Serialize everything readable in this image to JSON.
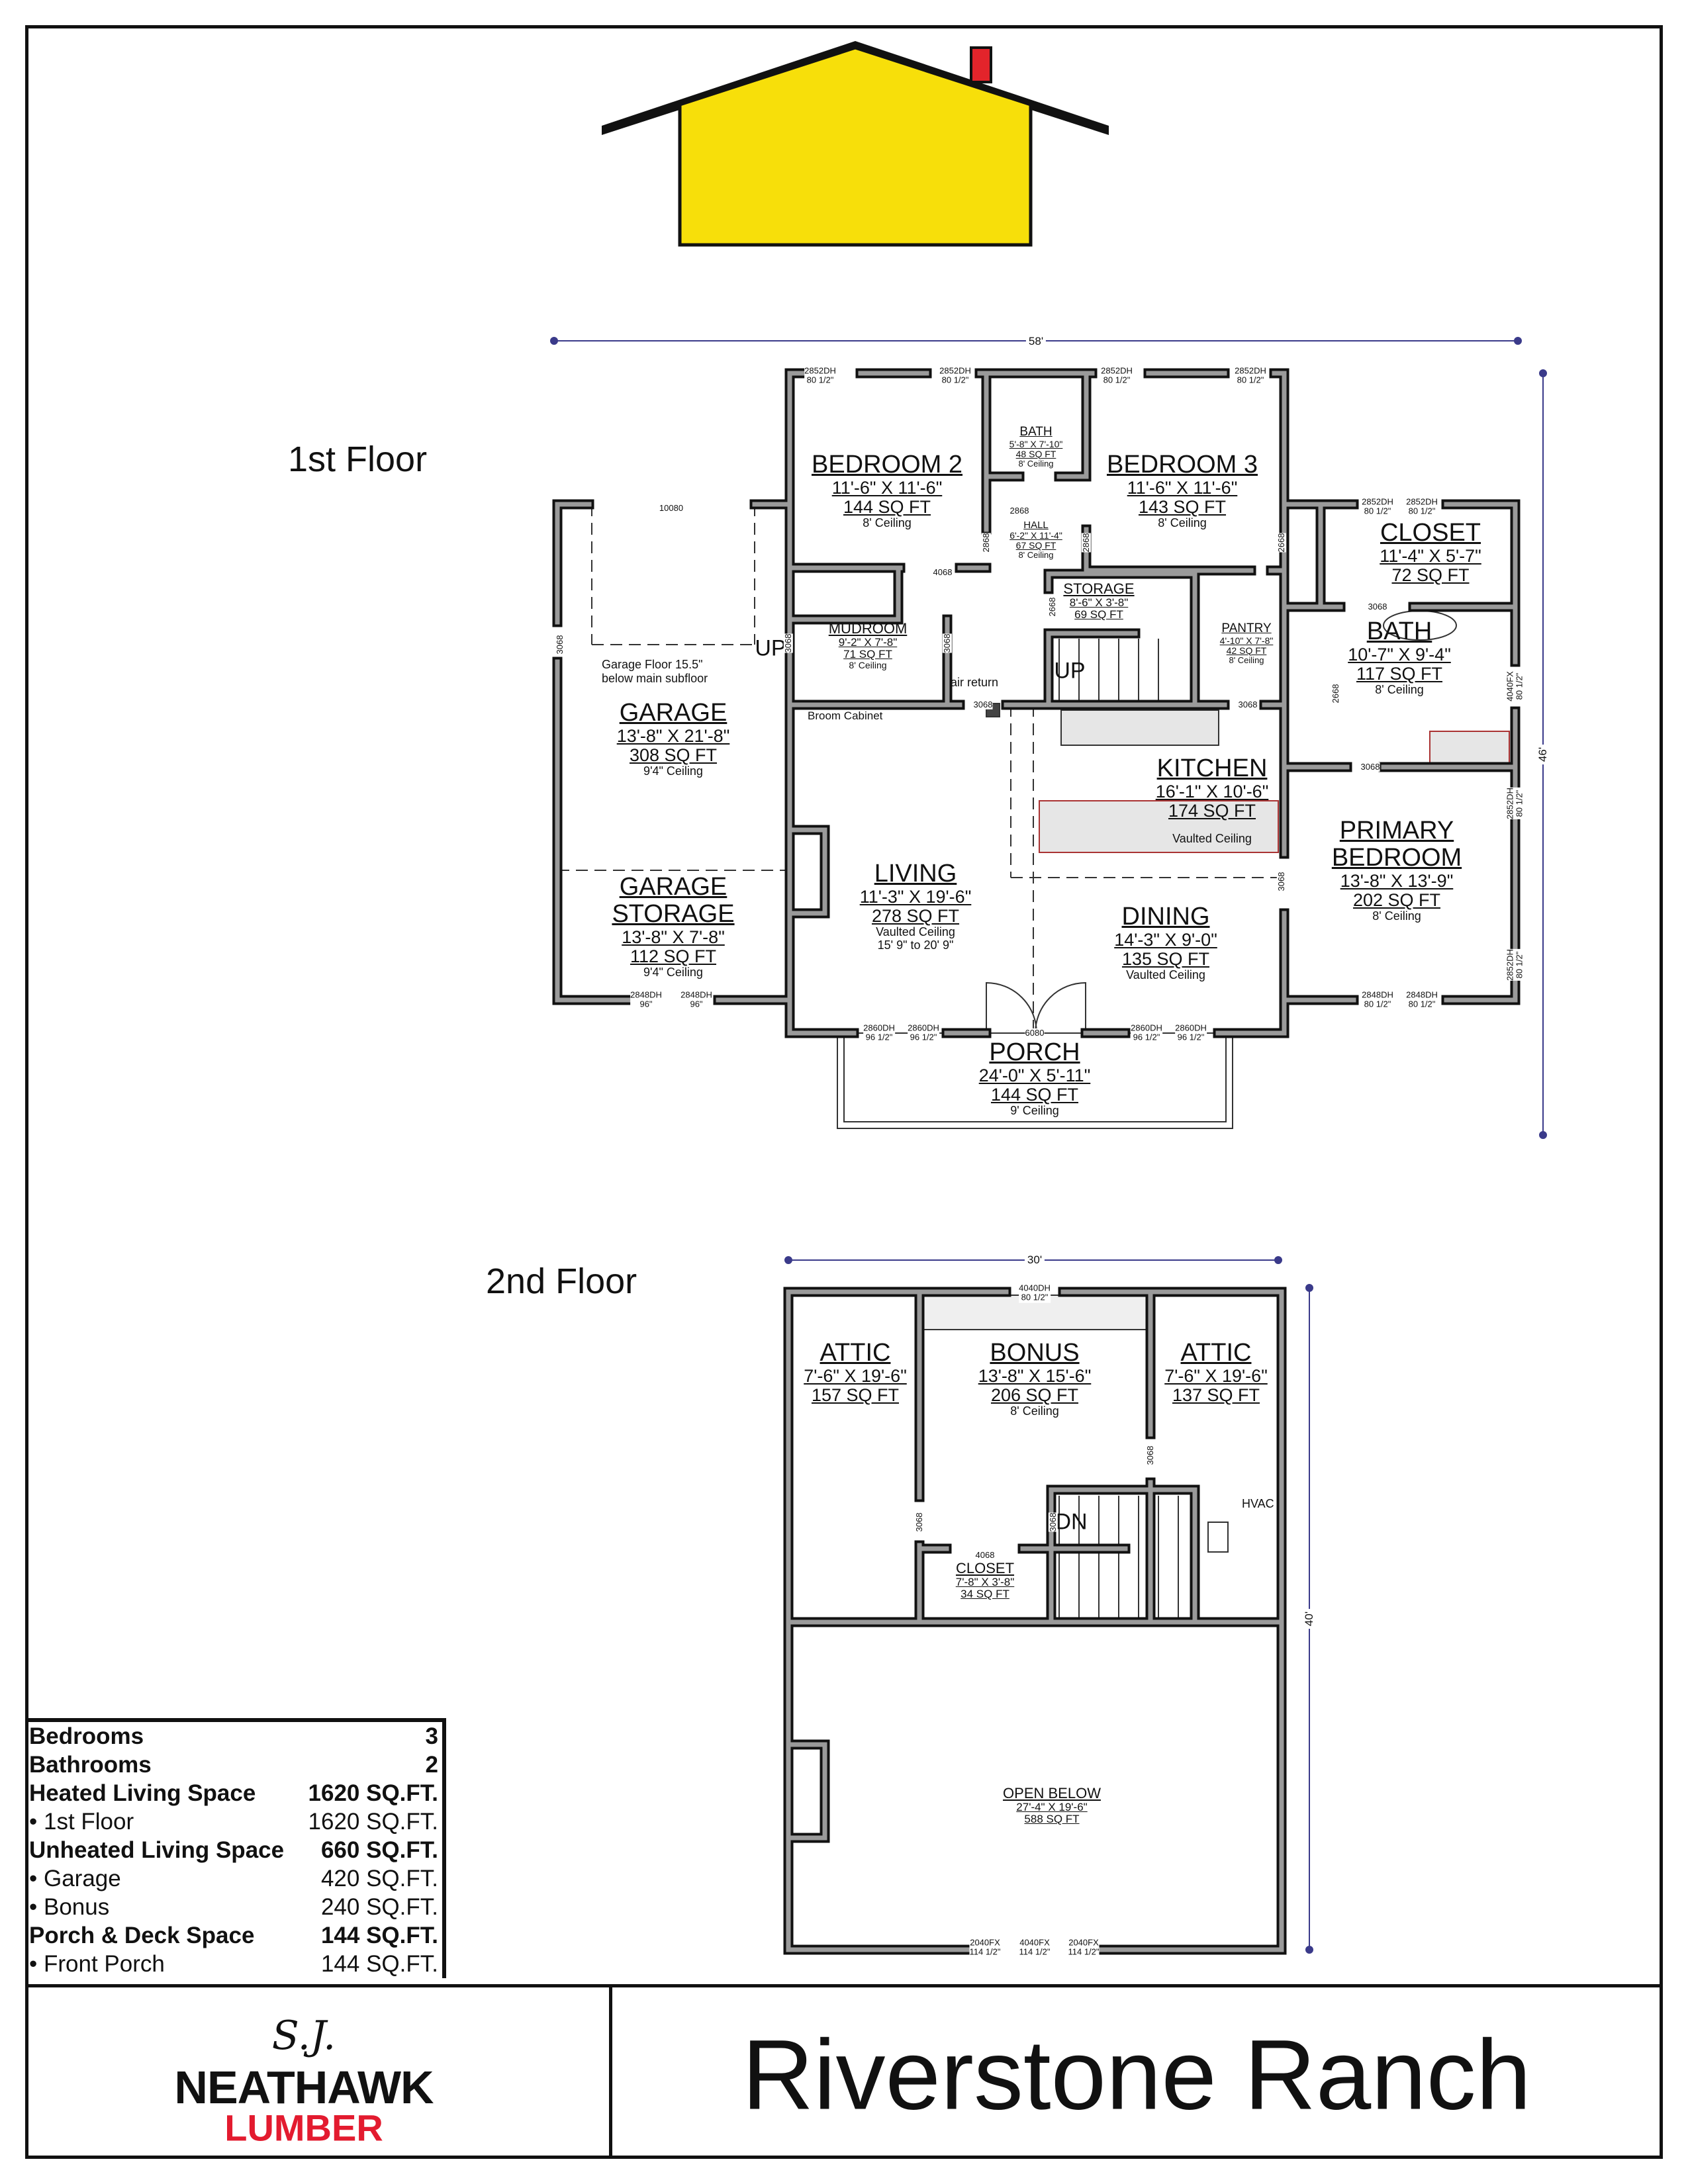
{
  "colors": {
    "roof": "#111111",
    "house_body": "#f7df0a",
    "chimney": "#e3242b",
    "wall_fill": "#9a9a9a",
    "dimension": "#3a3a8a",
    "brand_red": "#e31b2f"
  },
  "floors": {
    "first": "1st Floor",
    "second": "2nd Floor"
  },
  "dimensions": {
    "first_width": "58'",
    "first_depth": "46'",
    "second_width": "30'",
    "second_depth": "40'"
  },
  "rooms_first": [
    {
      "name": "BEDROOM 2",
      "size": "11'-6\" X 11'-6\"",
      "area": "144 SQ FT",
      "ceiling": "8' Ceiling"
    },
    {
      "name": "BATH",
      "size": "5'-8\" X 7'-10\"",
      "area": "48 SQ FT",
      "ceiling": "8' Ceiling"
    },
    {
      "name": "HALL",
      "size": "6'-2\" X 11'-4\"",
      "area": "67 SQ FT",
      "ceiling": "8' Ceiling"
    },
    {
      "name": "BEDROOM 3",
      "size": "11'-6\" X 11'-6\"",
      "area": "143 SQ FT",
      "ceiling": "8' Ceiling"
    },
    {
      "name": "CLOSET",
      "size": "11'-4\" X 5'-7\"",
      "area": "72 SQ FT"
    },
    {
      "name": "MUDROOM",
      "size": "9'-2\" X 7'-8\"",
      "area": "71 SQ FT",
      "ceiling": "8' Ceiling"
    },
    {
      "name": "STORAGE",
      "size": "8'-6\" X 3'-8\"",
      "area": "69 SQ FT"
    },
    {
      "name": "PANTRY",
      "size": "4'-10\" X 7'-8\"",
      "area": "42 SQ FT",
      "ceiling": "8' Ceiling"
    },
    {
      "name": "BATH",
      "size": "10'-7\" X 9'-4\"",
      "area": "117 SQ FT",
      "ceiling": "8' Ceiling"
    },
    {
      "name": "GARAGE",
      "size": "13'-8\" X 21'-8\"",
      "area": "308 SQ FT",
      "ceiling": "9'4\" Ceiling"
    },
    {
      "name": "KITCHEN",
      "size": "16'-1\" X 10'-6\"",
      "area": "174 SQ FT",
      "ceiling": "Vaulted Ceiling"
    },
    {
      "name": "PRIMARY BEDROOM",
      "size": "13'-8\" X 13'-9\"",
      "area": "202 SQ FT",
      "ceiling": "8' Ceiling"
    },
    {
      "name": "GARAGE STORAGE",
      "size": "13'-8\" X 7'-8\"",
      "area": "112 SQ FT",
      "ceiling": "9'4\" Ceiling"
    },
    {
      "name": "LIVING",
      "size": "11'-3\" X 19'-6\"",
      "area": "278 SQ FT",
      "ceiling": "Vaulted Ceiling",
      "ceiling2": "15' 9\" to 20' 9\""
    },
    {
      "name": "DINING",
      "size": "14'-3\" X 9'-0\"",
      "area": "135 SQ FT",
      "ceiling": "Vaulted Ceiling"
    },
    {
      "name": "PORCH",
      "size": "24'-0\" X 5'-11\"",
      "area": "144 SQ FT",
      "ceiling": "9' Ceiling"
    }
  ],
  "rooms_second": [
    {
      "name": "ATTIC",
      "size": "7'-6\" X 19'-6\"",
      "area": "157 SQ FT"
    },
    {
      "name": "BONUS",
      "size": "13'-8\" X 15'-6\"",
      "area": "206 SQ FT",
      "ceiling": "8' Ceiling"
    },
    {
      "name": "ATTIC",
      "size": "7'-6\" X 19'-6\"",
      "area": "137 SQ FT"
    },
    {
      "name": "CLOSET",
      "size": "7'-8\" X 3'-8\"",
      "area": "34 SQ FT"
    },
    {
      "name": "OPEN BELOW",
      "size": "27'-4\" X 19'-6\"",
      "area": "588 SQ FT"
    }
  ],
  "notes": {
    "garage_floor_1": "Garage Floor 15.5\"",
    "garage_floor_2": "below main subfloor",
    "air_return": "air return",
    "broom": "Broom Cabinet",
    "up": "UP",
    "down": "DN",
    "hvac": "HVAC"
  },
  "windows": {
    "w2852": "2852DH",
    "w2848": "2848DH",
    "w2860": "2860DH",
    "w4040fx": "4040FX",
    "w4040dh": "4040DH",
    "w2040fx": "2040FX",
    "h80": "80 1/2\"",
    "h96": "96\"",
    "h965": "96 1/2\"",
    "h114": "114 1/2\""
  },
  "doors": {
    "d10080": "10080",
    "d3068": "3068",
    "d2868": "2868",
    "d2668": "2668",
    "d4068": "4068",
    "d6080": "6080"
  },
  "stats": [
    {
      "label": "Bedrooms",
      "value": "3"
    },
    {
      "label": "Bathrooms",
      "value": "2"
    },
    {
      "label": "Heated Living Space",
      "value": "1620 SQ.FT."
    },
    {
      "label": "• 1st Floor",
      "value": "1620 SQ.FT."
    },
    {
      "label": "Unheated Living Space",
      "value": "660 SQ.FT."
    },
    {
      "label": "• Garage",
      "value": "420 SQ.FT."
    },
    {
      "label": "• Bonus",
      "value": "240 SQ.FT."
    },
    {
      "label": "Porch & Deck Space",
      "value": "144 SQ.FT."
    },
    {
      "label": "• Front Porch",
      "value": "144 SQ.FT."
    }
  ],
  "logo": {
    "script": "S.J.",
    "name": "NEATHAWK",
    "sub": "LUMBER"
  },
  "plan_title": "Riverstone Ranch"
}
